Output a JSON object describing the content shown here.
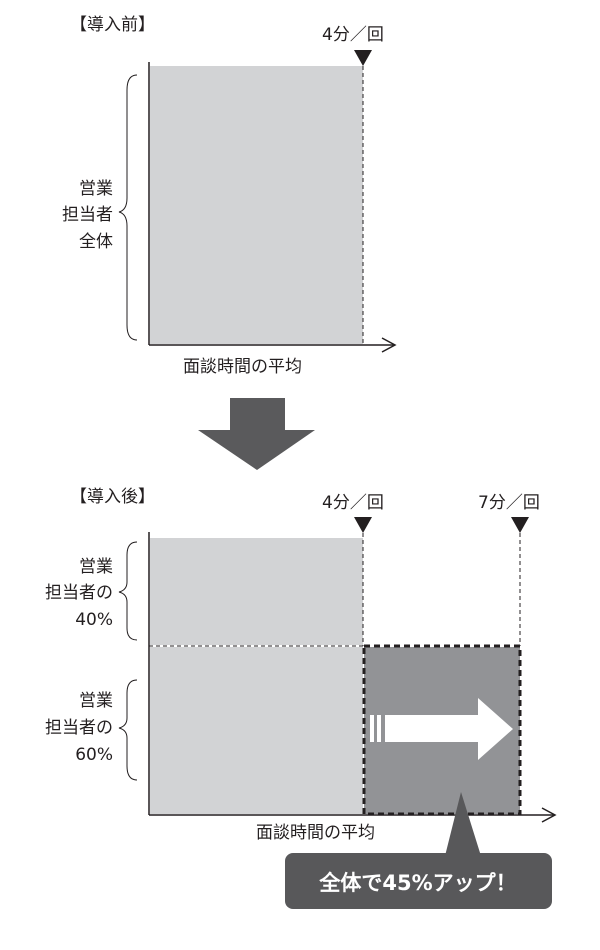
{
  "before": {
    "title": "【導入前】",
    "marker": "4分／回",
    "group_label": [
      "営業",
      "担当者",
      "全体"
    ],
    "axis_label": "面談時間の平均"
  },
  "after": {
    "title": "【導入後】",
    "marker_1": "4分／回",
    "marker_2": "7分／回",
    "group_1": [
      "営業",
      "担当者の",
      "40%"
    ],
    "group_2": [
      "営業",
      "担当者の",
      "60%"
    ],
    "axis_label": "面談時間の平均",
    "callout": "全体で45%アップ！"
  },
  "colors": {
    "light": "#d2d3d5",
    "mid": "#929396",
    "dark": "#58585a",
    "arrow": "#5a5a5c"
  }
}
